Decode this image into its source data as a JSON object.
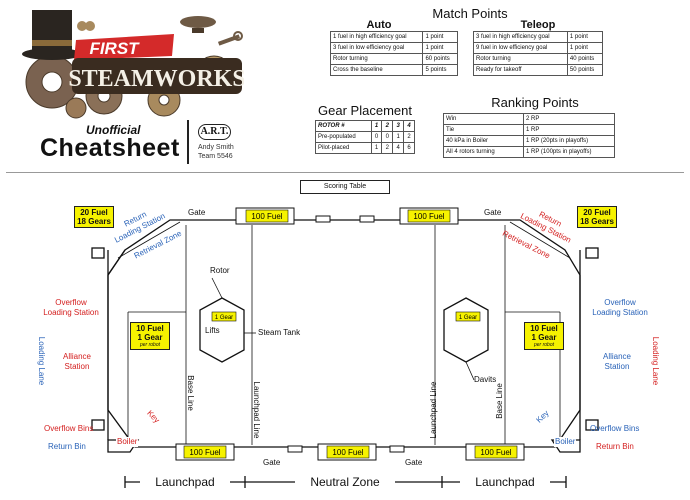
{
  "logo": {
    "first": "FIRST",
    "brand": "STEAMWORKS",
    "icon_names": [
      "top-hat-icon",
      "gears-icon",
      "airship-icon",
      "wrench-icon"
    ]
  },
  "header": {
    "unofficial": "Unofficial",
    "title": "Cheatsheet",
    "art": "A.R.T.",
    "author_name": "Andy Smith",
    "author_team": "Team 5546"
  },
  "match_points": {
    "title": "Match Points",
    "auto": {
      "title": "Auto",
      "rows": [
        [
          "1 fuel in high efficiency goal",
          "1 point"
        ],
        [
          "3 fuel in low efficiency goal",
          "1 point"
        ],
        [
          "Rotor turning",
          "60 points"
        ],
        [
          "Cross the baseline",
          "5 points"
        ]
      ]
    },
    "teleop": {
      "title": "Teleop",
      "rows": [
        [
          "3 fuel in high efficiency goal",
          "1 point"
        ],
        [
          "9 fuel in low efficiency goal",
          "1 point"
        ],
        [
          "Rotor turning",
          "40 points"
        ],
        [
          "Ready for takeoff",
          "50 points"
        ]
      ]
    }
  },
  "gear_placement": {
    "title": "Gear Placement",
    "header": [
      "ROTOR #",
      "1",
      "2",
      "3",
      "4"
    ],
    "rows": [
      [
        "Pre-populated",
        "0",
        "0",
        "1",
        "2"
      ],
      [
        "Pilot-placed",
        "1",
        "2",
        "4",
        "6"
      ]
    ]
  },
  "ranking_points": {
    "title": "Ranking Points",
    "rows": [
      [
        "Win",
        "2 RP"
      ],
      [
        "Tie",
        "1 RP"
      ],
      [
        "40 kPa in Boiler",
        "1 RP (20pts in playoffs)"
      ],
      [
        "All 4 rotors turning",
        "1 RP (100pts in playoffs)"
      ]
    ]
  },
  "field": {
    "scoring_table": "Scoring Table",
    "fuel_gears_left": [
      "20 Fuel",
      "18 Gears"
    ],
    "fuel_gears_right": [
      "20 Fuel",
      "18 Gears"
    ],
    "hopper_label": "100 Fuel",
    "station_load": [
      "10 Fuel",
      "1 Gear"
    ],
    "per_robot": "per robot",
    "gear_tag": "1 Gear",
    "gate": "Gate",
    "return_loading_station": [
      "Return",
      "Loading Station"
    ],
    "retrieval_zone": "Retrieval Zone",
    "overflow_loading_station": [
      "Overflow",
      "Loading Station"
    ],
    "alliance_station": [
      "Alliance",
      "Station"
    ],
    "loading_lane": "Loading Lane",
    "overflow_bins": "Overflow Bins",
    "return_bin": "Return Bin",
    "boiler": "Boiler",
    "key": "Key",
    "rotor": "Rotor",
    "lifts": "Lifts",
    "steam_tank": "Steam Tank",
    "davits": "Davits",
    "base_line": "Base Line",
    "launchpad_line": "Launchpad Line",
    "launchpad": "Launchpad",
    "neutral_zone": "Neutral Zone",
    "colors": {
      "red": "#d42020",
      "blue": "#2a63b8",
      "yellow": "#f6f200"
    }
  }
}
